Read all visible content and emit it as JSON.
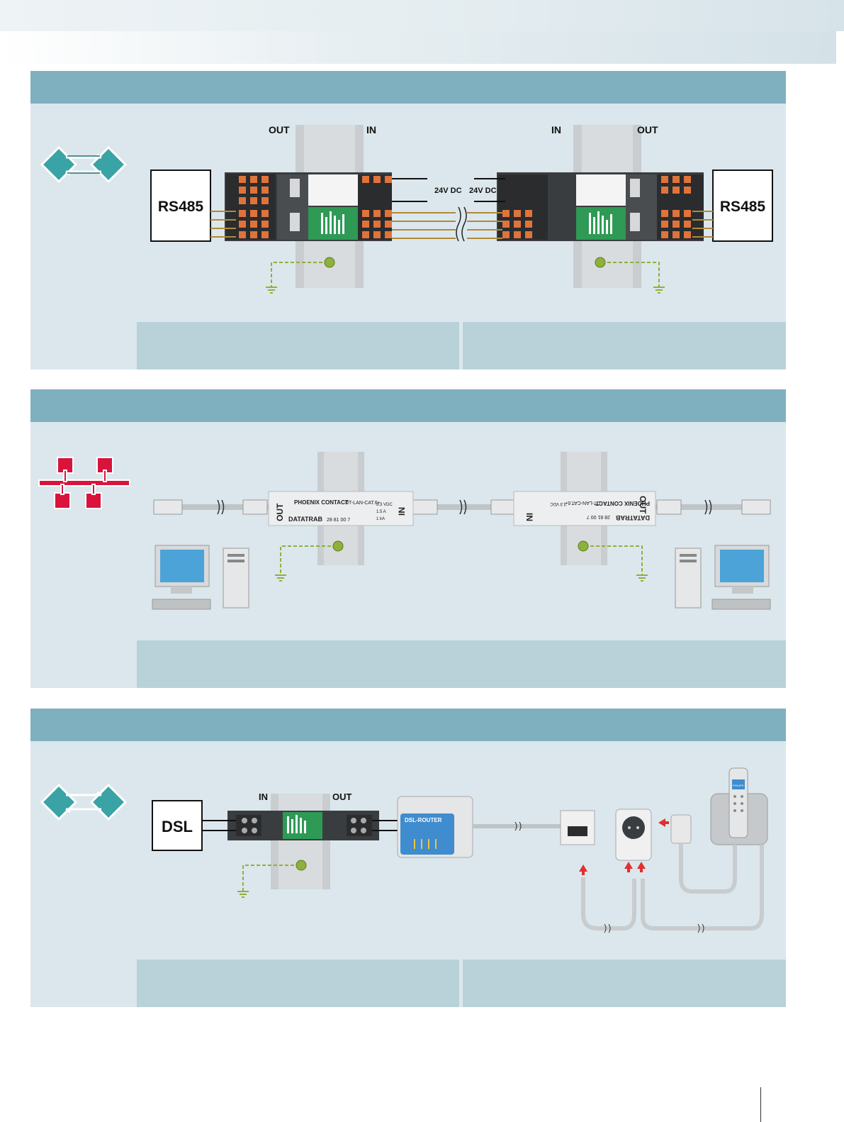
{
  "section1": {
    "labels": {
      "out_left": "OUT",
      "in_left": "IN",
      "in_right": "IN",
      "out_right": "OUT",
      "device_left": "RS485",
      "device_right": "RS485",
      "power_left": "24V DC",
      "power_right": "24V DC"
    }
  },
  "section2": {
    "labels": {
      "module_left_out": "OUT",
      "module_left_in": "IN",
      "module_right_in": "IN",
      "module_right_out": "OUT",
      "brand": "PHOENIX CONTACT",
      "product": "DATATRAB",
      "model": "DT-LAN-CAT.6+",
      "order_no": "28 81 00 7",
      "rating_u": "3.3 VDC",
      "rating_i": "1.5 A",
      "rating_imp": "1 kA"
    }
  },
  "section3": {
    "labels": {
      "in": "IN",
      "out": "OUT",
      "device": "DSL",
      "router": "DSL-ROUTER",
      "phone_brand": "PHILIPS"
    }
  },
  "colors": {
    "header": "#7fb0bf",
    "body": "#dbe7ec",
    "footer": "#b9d1d9",
    "signal_icon": "#3aa3a6",
    "network_icon": "#d9143c"
  }
}
